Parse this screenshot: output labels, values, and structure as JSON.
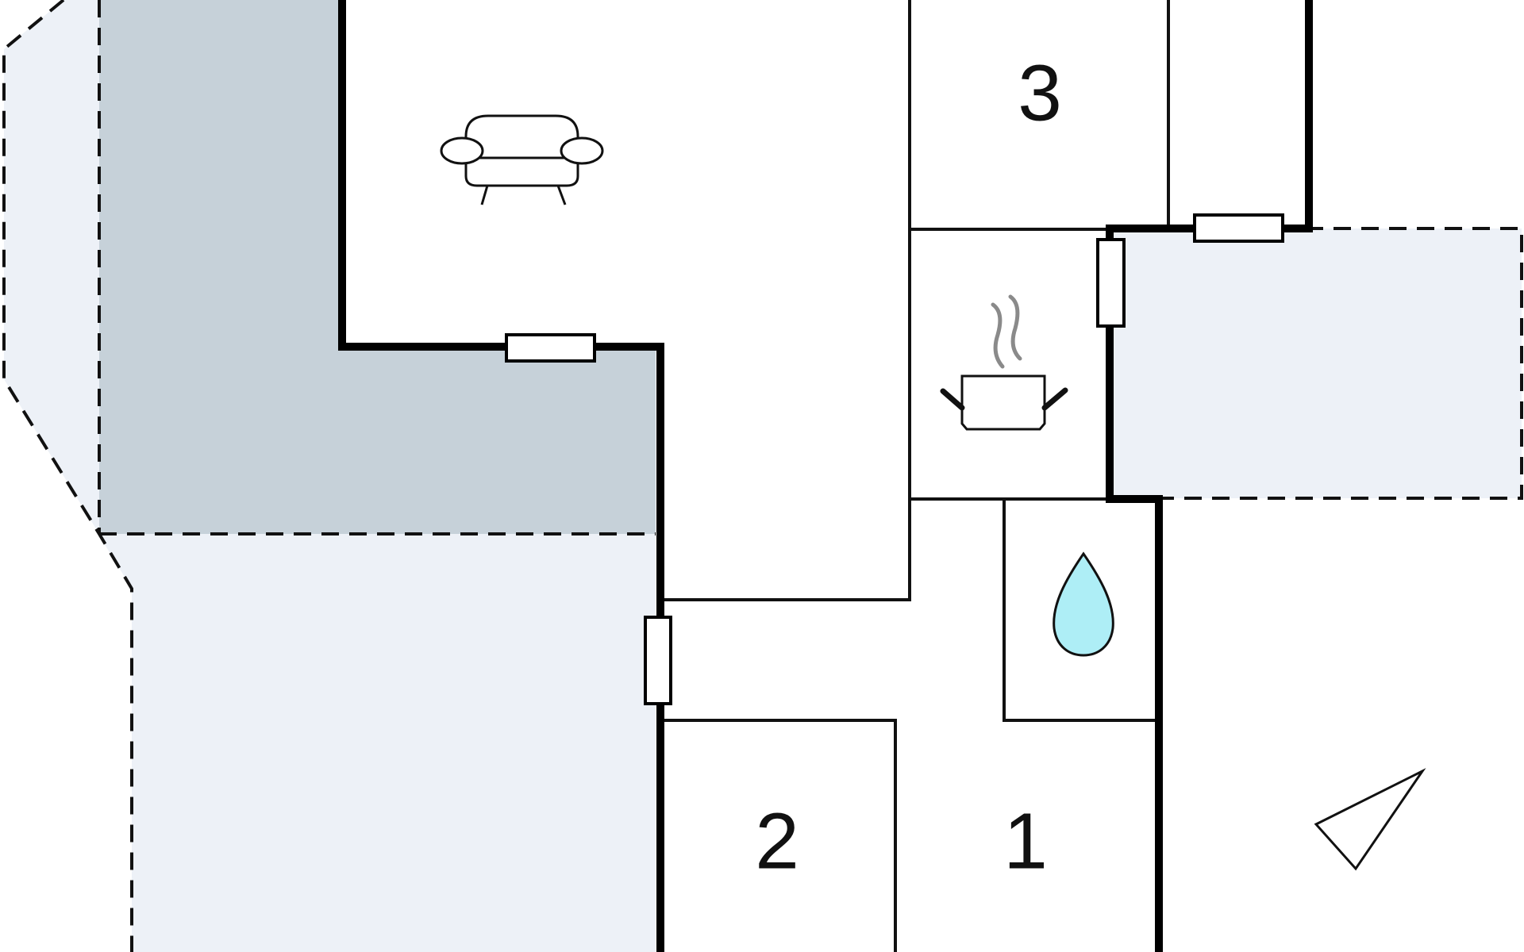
{
  "floor_plan": {
    "colors": {
      "wall": "#000000",
      "terrace_light": "#edf1f7",
      "terrace_dark": "#c6d1d9",
      "water": "#aeeef6",
      "steam": "#8a8a8a",
      "background": "#ffffff"
    },
    "room_numbers": {
      "room_1": "1",
      "room_2": "2",
      "room_3": "3"
    },
    "icons": {
      "living_room": "sofa-icon",
      "kitchen": "cooking-pot-icon",
      "bathroom": "water-drop-icon",
      "orientation": "north-arrow-icon"
    }
  }
}
